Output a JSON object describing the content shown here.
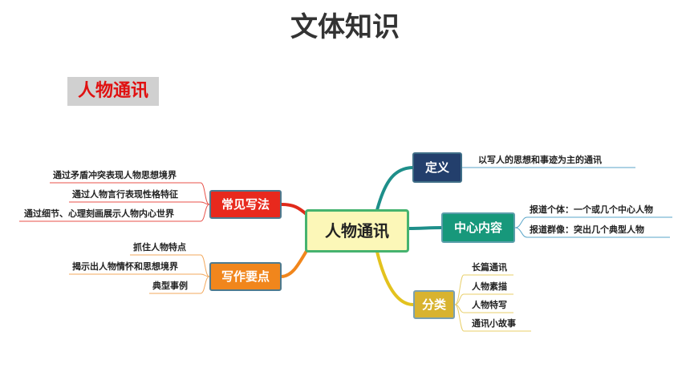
{
  "page_title": "文体知识",
  "section_label": "人物通讯",
  "center": "人物通讯",
  "right": {
    "definition": {
      "label": "定义",
      "items": [
        "以写人的思想和事迹为主的通讯"
      ]
    },
    "content": {
      "label": "中心内容",
      "items": [
        "报道个体：一个或几个中心人物",
        "报道群像：突出几个典型人物"
      ]
    },
    "categories": {
      "label": "分类",
      "items": [
        "长篇通讯",
        "人物素描",
        "人物特写",
        "通讯小故事"
      ]
    }
  },
  "left": {
    "common": {
      "label": "常见写法",
      "items": [
        "通过矛盾冲突表现人物思想境界",
        "通过人物言行表现性格特征",
        "通过细节、心理刻画展示人物内心世界"
      ]
    },
    "writing": {
      "label": "写作要点",
      "items": [
        "抓住人物特点",
        "揭示出人物情怀和思想境界",
        "典型事例"
      ]
    }
  },
  "colors": {
    "definition": "#233f6c",
    "content": "#17987b",
    "categories": "#d8b32f",
    "common": "#e8291d",
    "writing": "#f1861c",
    "center_fill": "#fcf7b8",
    "center_border": "#46b36f"
  }
}
